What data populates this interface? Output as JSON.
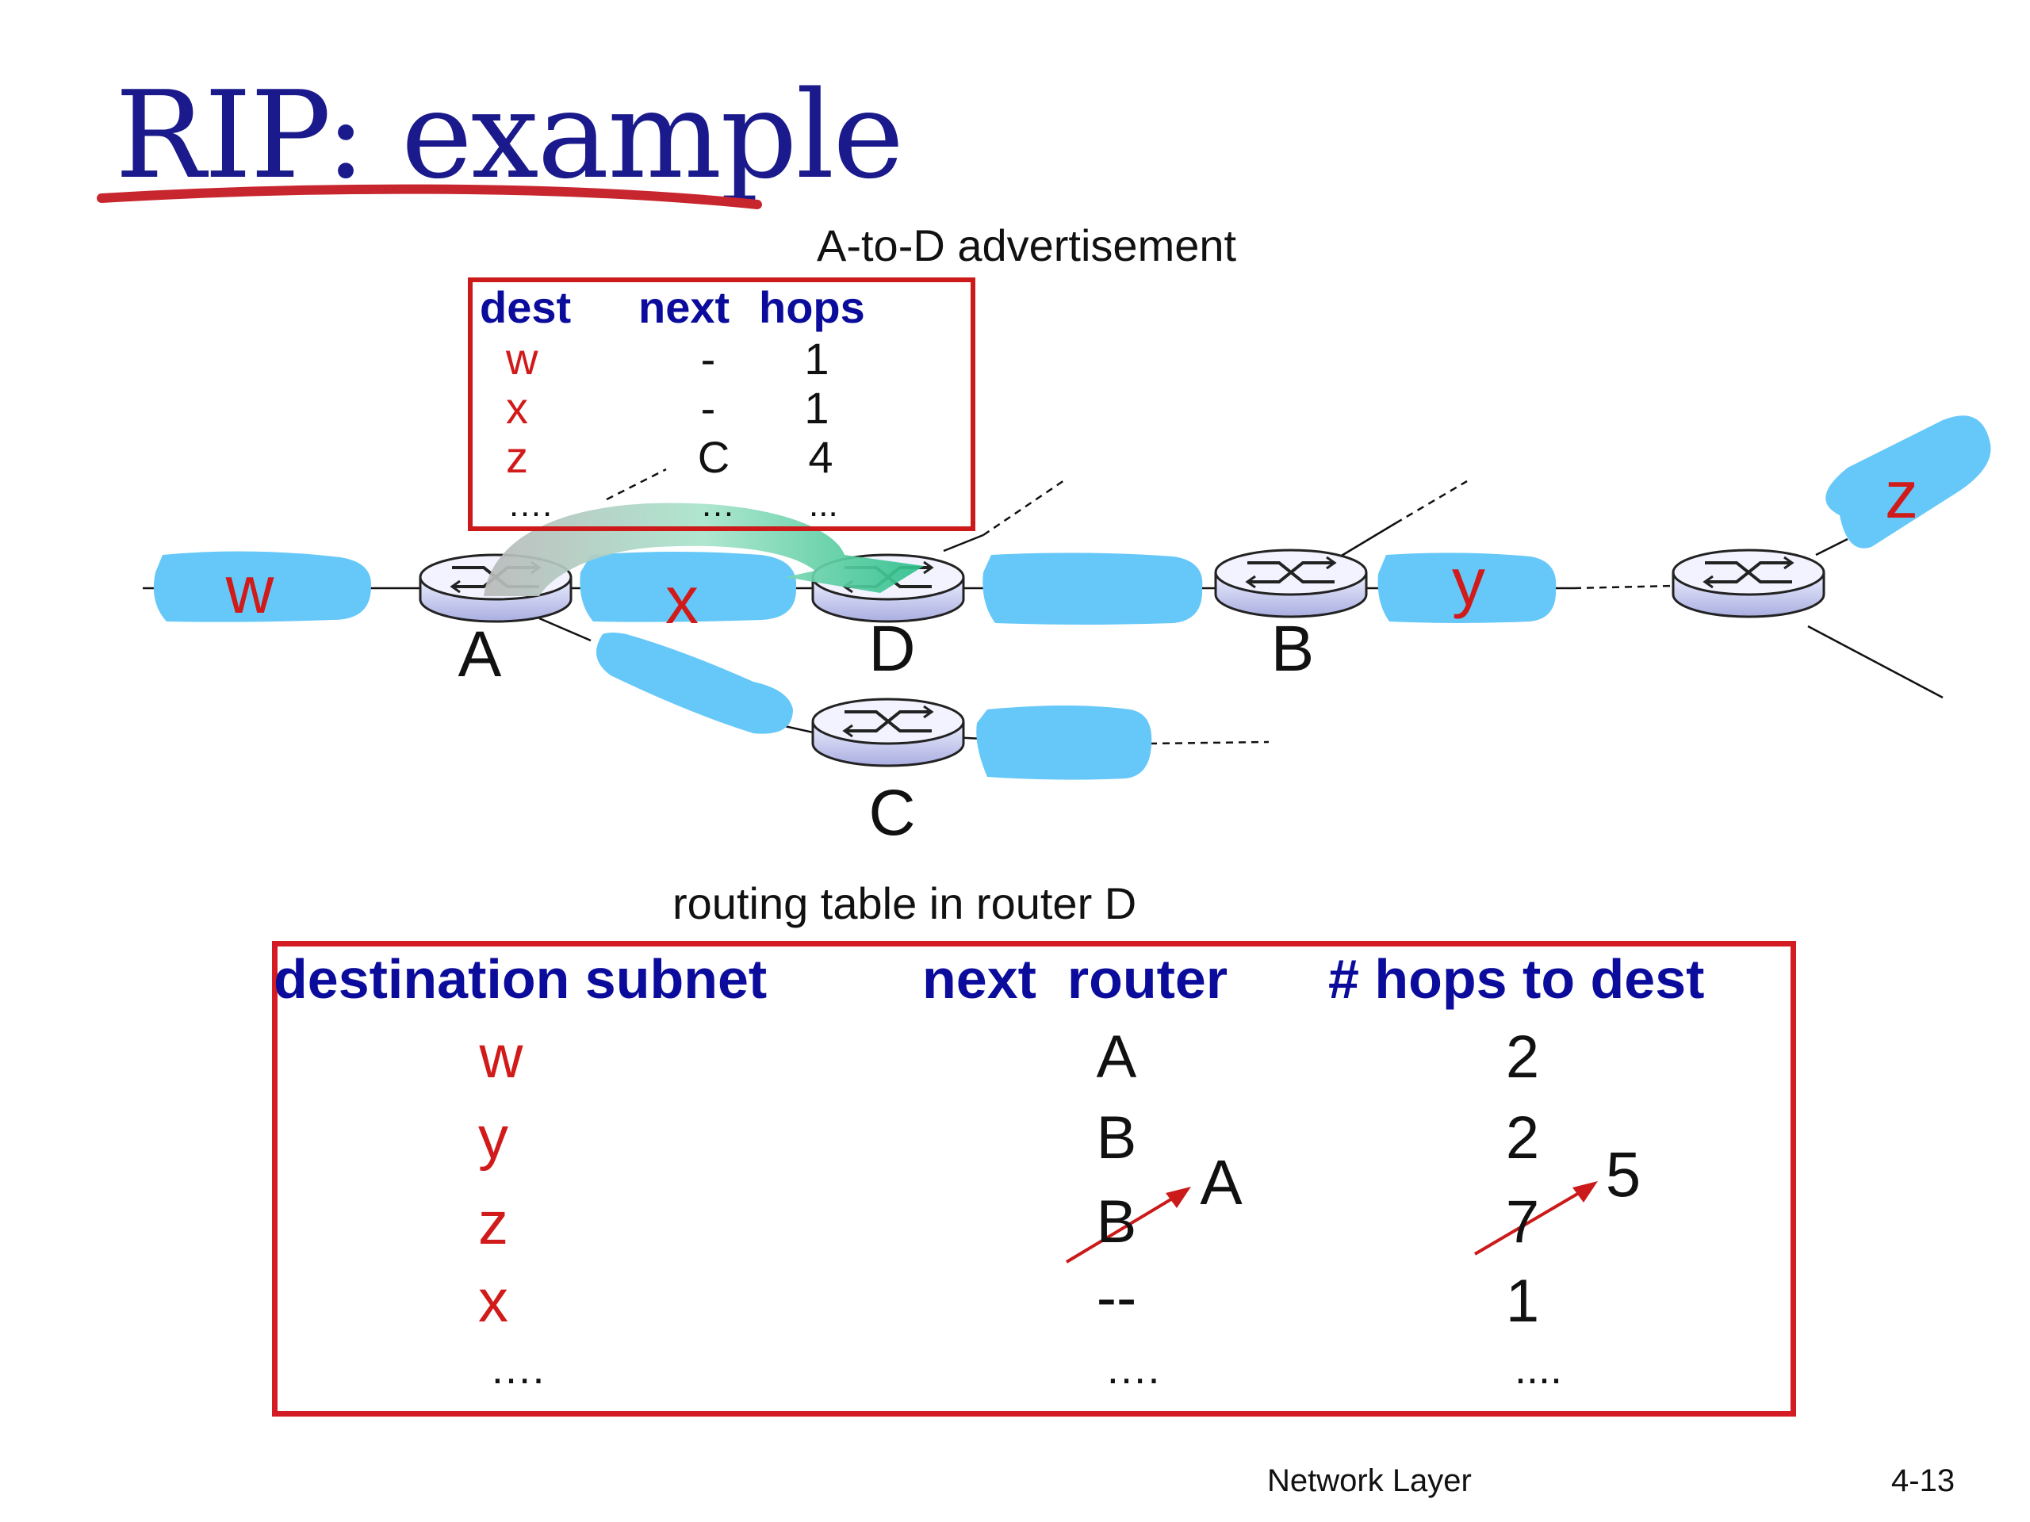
{
  "title": "RIP: example",
  "advertisement": {
    "caption": "A-to-D advertisement",
    "headers": {
      "dest": "dest",
      "next": "next",
      "hops": "hops"
    },
    "rows": [
      {
        "dest": "w",
        "next": "-",
        "hops": "1"
      },
      {
        "dest": "x",
        "next": "-",
        "hops": "1"
      },
      {
        "dest": "z",
        "next": "C",
        "hops": "4"
      },
      {
        "dest": "….",
        "next": "…",
        "hops": "..."
      }
    ]
  },
  "network": {
    "routers": {
      "A": "A",
      "D": "D",
      "B": "B",
      "C": "C"
    },
    "subnets": {
      "w": "w",
      "x": "x",
      "y": "y",
      "z": "z"
    }
  },
  "routing_table": {
    "caption": "routing table in router D",
    "headers": {
      "dest": "destination subnet",
      "next": "next  router",
      "hops": "# hops to dest"
    },
    "rows": [
      {
        "dest": "w",
        "next": "A",
        "hops": "2"
      },
      {
        "dest": "y",
        "next": "B",
        "hops": "2"
      },
      {
        "dest": "z",
        "next": "B",
        "hops": "7",
        "new_next": "A",
        "new_hops": "5"
      },
      {
        "dest": "x",
        "next": "--",
        "hops": "1"
      },
      {
        "dest": "….",
        "next": "….",
        "hops": "...."
      }
    ]
  },
  "footer": {
    "left": "Network Layer",
    "right": "4-13"
  },
  "colors": {
    "title": "#1a1a8c",
    "header": "#0b0b9c",
    "subnet": "#66c8f8",
    "box": "#d41c24",
    "dest": "#d11a1a"
  }
}
